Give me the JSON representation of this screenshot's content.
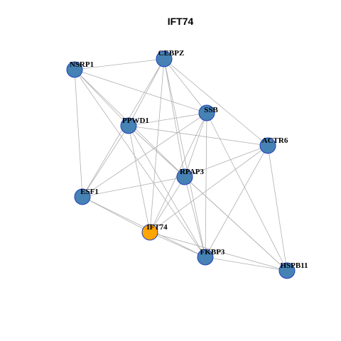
{
  "title": "IFT74",
  "colors": {
    "node_default": "#4682b4",
    "node_highlight": "#ffa500",
    "node_border": "#1f3fbf",
    "edge": "#b0b0b0"
  },
  "nodes": [
    {
      "id": "CEBPZ",
      "label": "CEBPZ",
      "highlight": false
    },
    {
      "id": "NSRP1",
      "label": "NSRP1",
      "highlight": false
    },
    {
      "id": "SSB",
      "label": "SSB",
      "highlight": false
    },
    {
      "id": "PPWD1",
      "label": "PPWD1",
      "highlight": false
    },
    {
      "id": "ACTR6",
      "label": "ACTR6",
      "highlight": false
    },
    {
      "id": "RPAP3",
      "label": "RPAP3",
      "highlight": false
    },
    {
      "id": "ESF1",
      "label": "ESF1",
      "highlight": false
    },
    {
      "id": "IFT74",
      "label": "IFT74",
      "highlight": true
    },
    {
      "id": "FKBP3",
      "label": "FKBP3",
      "highlight": false
    },
    {
      "id": "HSPB11",
      "label": "HSPB11",
      "highlight": false
    }
  ],
  "edges": [
    [
      "CEBPZ",
      "NSRP1"
    ],
    [
      "CEBPZ",
      "SSB"
    ],
    [
      "CEBPZ",
      "PPWD1"
    ],
    [
      "CEBPZ",
      "ACTR6"
    ],
    [
      "CEBPZ",
      "RPAP3"
    ],
    [
      "CEBPZ",
      "ESF1"
    ],
    [
      "CEBPZ",
      "IFT74"
    ],
    [
      "CEBPZ",
      "FKBP3"
    ],
    [
      "NSRP1",
      "SSB"
    ],
    [
      "NSRP1",
      "PPWD1"
    ],
    [
      "NSRP1",
      "RPAP3"
    ],
    [
      "NSRP1",
      "ESF1"
    ],
    [
      "NSRP1",
      "FKBP3"
    ],
    [
      "SSB",
      "PPWD1"
    ],
    [
      "SSB",
      "ESF1"
    ],
    [
      "SSB",
      "IFT74"
    ],
    [
      "SSB",
      "FKBP3"
    ],
    [
      "SSB",
      "HSPB11"
    ],
    [
      "SSB",
      "RPAP3"
    ],
    [
      "PPWD1",
      "ACTR6"
    ],
    [
      "PPWD1",
      "RPAP3"
    ],
    [
      "PPWD1",
      "ESF1"
    ],
    [
      "PPWD1",
      "IFT74"
    ],
    [
      "PPWD1",
      "FKBP3"
    ],
    [
      "PPWD1",
      "HSPB11"
    ],
    [
      "ACTR6",
      "RPAP3"
    ],
    [
      "ACTR6",
      "IFT74"
    ],
    [
      "ACTR6",
      "FKBP3"
    ],
    [
      "ACTR6",
      "HSPB11"
    ],
    [
      "RPAP3",
      "ESF1"
    ],
    [
      "RPAP3",
      "IFT74"
    ],
    [
      "RPAP3",
      "FKBP3"
    ],
    [
      "RPAP3",
      "HSPB11"
    ],
    [
      "ESF1",
      "IFT74"
    ],
    [
      "ESF1",
      "FKBP3"
    ],
    [
      "IFT74",
      "FKBP3"
    ],
    [
      "IFT74",
      "HSPB11"
    ],
    [
      "FKBP3",
      "HSPB11"
    ]
  ]
}
